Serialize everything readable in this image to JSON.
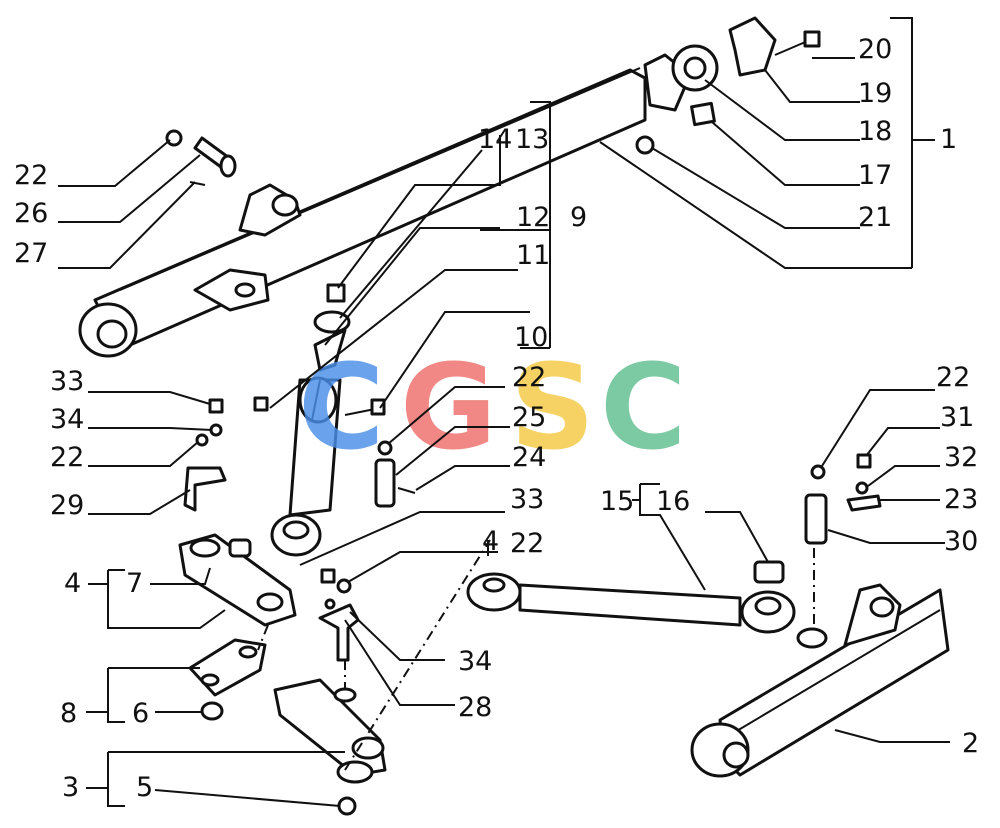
{
  "callouts": [
    {
      "id": "c22a",
      "text": "22"
    },
    {
      "id": "c26",
      "text": "26"
    },
    {
      "id": "c27",
      "text": "27"
    },
    {
      "id": "c14",
      "text": "14"
    },
    {
      "id": "c13",
      "text": "13"
    },
    {
      "id": "c12",
      "text": "12"
    },
    {
      "id": "c9",
      "text": "9"
    },
    {
      "id": "c11",
      "text": "11"
    },
    {
      "id": "c10",
      "text": "10"
    },
    {
      "id": "c33a",
      "text": "33"
    },
    {
      "id": "c34a",
      "text": "34"
    },
    {
      "id": "c22b",
      "text": "22"
    },
    {
      "id": "c29",
      "text": "29"
    },
    {
      "id": "c22c",
      "text": "22"
    },
    {
      "id": "c25",
      "text": "25"
    },
    {
      "id": "c24",
      "text": "24"
    },
    {
      "id": "c33b",
      "text": "33"
    },
    {
      "id": "c22d",
      "text": "22"
    },
    {
      "id": "c4a",
      "text": "4"
    },
    {
      "id": "c7",
      "text": "7"
    },
    {
      "id": "c4b",
      "text": "4"
    },
    {
      "id": "c8",
      "text": "8"
    },
    {
      "id": "c6",
      "text": "6"
    },
    {
      "id": "c3",
      "text": "3"
    },
    {
      "id": "c5",
      "text": "5"
    },
    {
      "id": "c34b",
      "text": "34"
    },
    {
      "id": "c28",
      "text": "28"
    },
    {
      "id": "c15",
      "text": "15"
    },
    {
      "id": "c16",
      "text": "16"
    },
    {
      "id": "c20",
      "text": "20"
    },
    {
      "id": "c19",
      "text": "19"
    },
    {
      "id": "c18",
      "text": "18"
    },
    {
      "id": "c17",
      "text": "17"
    },
    {
      "id": "c21",
      "text": "21"
    },
    {
      "id": "c1",
      "text": "1"
    },
    {
      "id": "c22e",
      "text": "22"
    },
    {
      "id": "c31",
      "text": "31"
    },
    {
      "id": "c32",
      "text": "32"
    },
    {
      "id": "c23",
      "text": "23"
    },
    {
      "id": "c30",
      "text": "30"
    },
    {
      "id": "c2",
      "text": "2"
    }
  ],
  "watermark": {
    "letters": [
      "C",
      "G",
      "S",
      "C"
    ],
    "colors": [
      "#4a8fe8",
      "#ef6f6c",
      "#f5c842",
      "#5fbf8f"
    ]
  }
}
